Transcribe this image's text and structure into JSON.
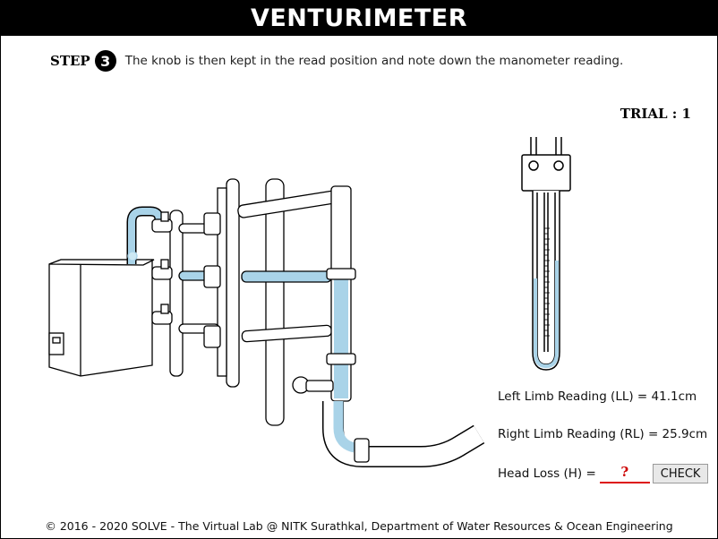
{
  "header": {
    "title": "VENTURIMETER"
  },
  "step": {
    "label": "STEP",
    "number": "3",
    "instruction": "The knob is then kept in the read position and note down the manometer reading."
  },
  "trial": {
    "label": "TRIAL : 1"
  },
  "readings": {
    "left_limb": "Left Limb Reading (LL) = 41.1cm",
    "right_limb_label": "Right Limb Reading",
    "right_limb_value": "(RL) = 25.9cm",
    "head_loss_label": "Head Loss (H) =",
    "head_loss_answer": "?"
  },
  "check_button": {
    "label": "CHECK"
  },
  "footer": {
    "text": "© 2016 - 2020 SOLVE - The Virtual Lab @ NITK Surathkal, Department of Water Resources & Ocean Engineering"
  },
  "colors": {
    "water": "#a9d3e8",
    "water_dark": "#7fb8d3",
    "accent_red": "#d11111",
    "title_bg": "#000000"
  },
  "icons": {
    "step_badge": "circled-number-icon"
  }
}
